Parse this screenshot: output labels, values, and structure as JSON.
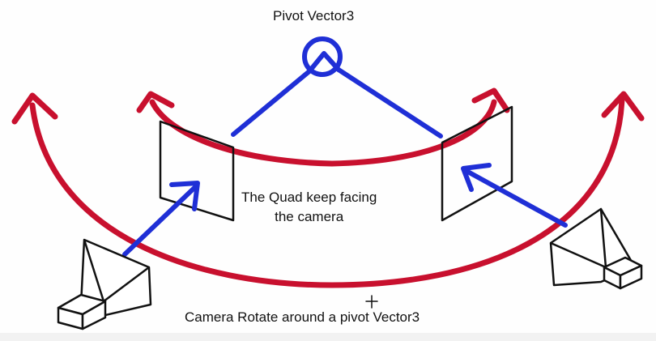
{
  "labels": {
    "pivot_title": "Pivot Vector3",
    "quad_line1": "The Quad keep facing",
    "quad_line2": "the camera",
    "camera_caption": "Camera Rotate around a pivot Vector3"
  },
  "colors": {
    "red_arc": "#c8102e",
    "blue_line": "#1f2fd6",
    "outline": "#111111",
    "background": "#fefefe"
  }
}
